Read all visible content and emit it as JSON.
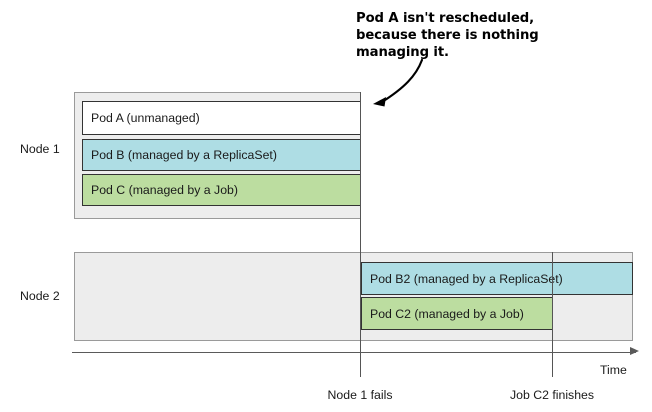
{
  "annotation": {
    "text": "Pod A isn't rescheduled,\nbecause there is nothing\nmanaging it."
  },
  "nodes": [
    {
      "label": "Node 1"
    },
    {
      "label": "Node 2"
    }
  ],
  "pods": {
    "node1": [
      {
        "label": "Pod A (unmanaged)",
        "kind": "unmanaged"
      },
      {
        "label": "Pod B (managed by a ReplicaSet)",
        "kind": "replicaset"
      },
      {
        "label": "Pod C (managed by a Job)",
        "kind": "job"
      }
    ],
    "node2": [
      {
        "label": "Pod B2 (managed by a ReplicaSet)",
        "kind": "replicaset"
      },
      {
        "label": "Pod C2 (managed by a Job)",
        "kind": "job"
      }
    ]
  },
  "axis": {
    "caption": "Time"
  },
  "events": [
    {
      "label": "Node 1 fails"
    },
    {
      "label": "Job C2 finishes"
    }
  ],
  "colors": {
    "replicaset": "#aedde4",
    "job": "#bcdda0",
    "unmanaged": "#ffffff",
    "node_background": "#ededed",
    "node_border": "#9a9a9a",
    "pod_border": "#333333",
    "axis": "#5a5a5a",
    "text": "#1a1a1a"
  }
}
